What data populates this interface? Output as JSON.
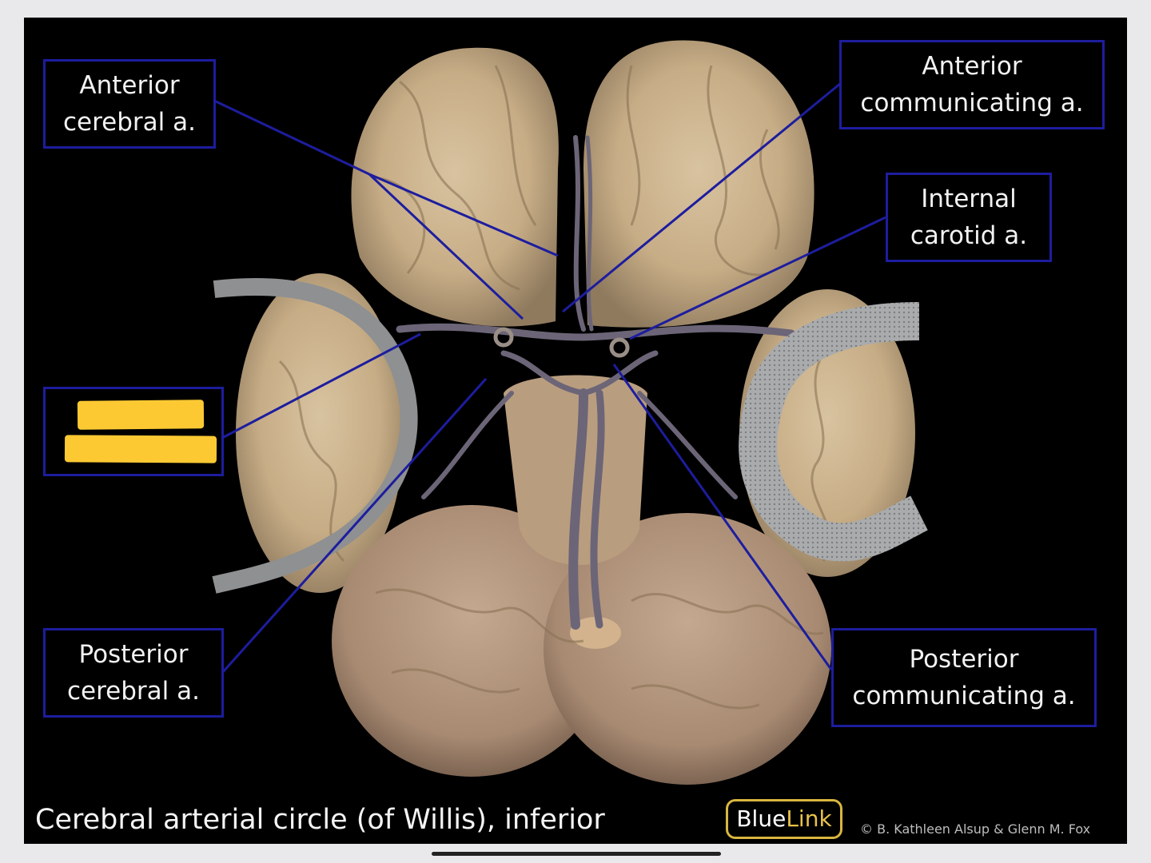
{
  "labels": {
    "anterior_cerebral": [
      "Anterior",
      "cerebral a."
    ],
    "anterior_communicating": [
      "Anterior",
      "communicating a."
    ],
    "internal_carotid": [
      "Internal",
      "carotid a."
    ],
    "posterior_cerebral": [
      "Posterior",
      "cerebral a."
    ],
    "posterior_communicating": [
      "Posterior",
      "communicating a."
    ]
  },
  "caption": "Cerebral arterial circle (of Willis), inferior",
  "logo": {
    "blue": "Blue",
    "link": "Link"
  },
  "copyright": "© B. Kathleen Alsup & Glenn M. Fox",
  "colors": {
    "leader_line": "#1d1d9e",
    "label_border": "#1d1d9e",
    "redaction": "#fcc933",
    "logo_accent": "#e8c14b"
  }
}
